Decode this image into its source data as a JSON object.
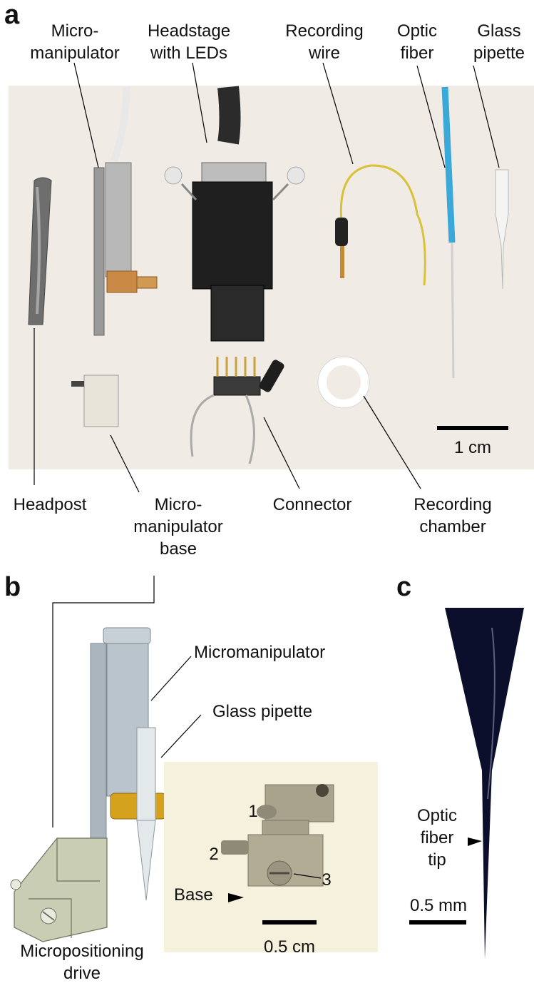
{
  "panels": {
    "a": "a",
    "b": "b",
    "c": "c"
  },
  "panel_a": {
    "labels_top": {
      "micromanipulator": [
        "Micro-",
        "manipulator"
      ],
      "headstage": [
        "Headstage",
        "with LEDs"
      ],
      "recording_wire": [
        "Recording",
        "wire"
      ],
      "optic_fiber": [
        "Optic",
        "fiber"
      ],
      "glass_pipette": [
        "Glass",
        "pipette"
      ]
    },
    "labels_bottom": {
      "headpost": "Headpost",
      "micromanipulator_base": [
        "Micro-",
        "manipulator",
        "base"
      ],
      "connector": "Connector",
      "recording_chamber": [
        "Recording",
        "chamber"
      ]
    },
    "scale_bar": "1 cm"
  },
  "panel_b": {
    "micromanipulator": "Micromanipulator",
    "glass_pipette": "Glass pipette",
    "screw_1": "1",
    "screw_2": "2",
    "screw_3": "3",
    "base": "Base",
    "scale_bar": "0.5 cm",
    "drive": [
      "Micropositioning",
      "drive"
    ]
  },
  "panel_c": {
    "tip_label": [
      "Optic",
      "fiber",
      "tip"
    ],
    "scale_bar": "0.5 mm"
  },
  "colors": {
    "photo_background": "#f1ebe6",
    "inset_background": "#f6f1dc",
    "tube_gray": "#b9c4cc",
    "clamp_gold": "#d4a21c",
    "drive_green": "#c9cdb4",
    "fiber_blue": "#3aa8d8",
    "wire_yellow": "#d8c23a"
  }
}
